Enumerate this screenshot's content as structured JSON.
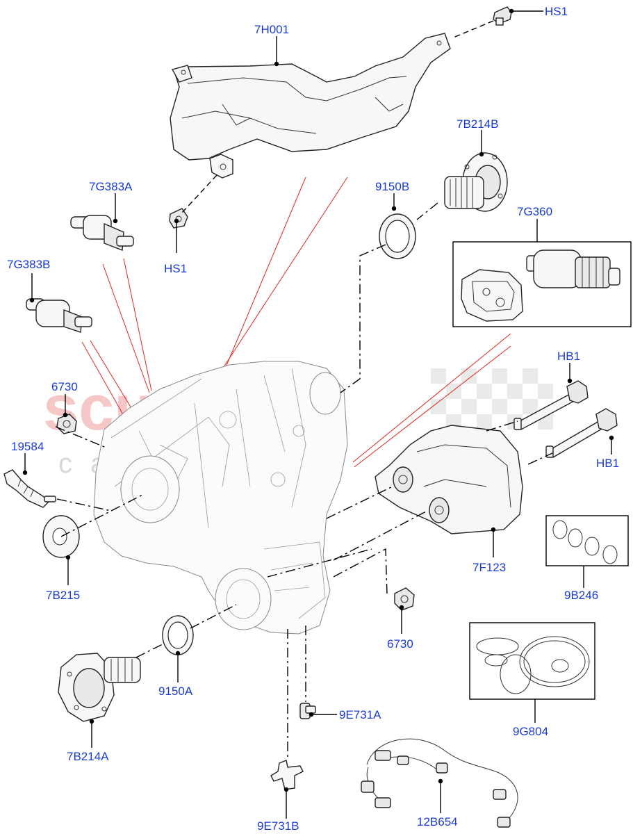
{
  "watermark": {
    "main": "scuderia",
    "sub": "car parts"
  },
  "labels": {
    "hs1_top": "HS1",
    "7h001": "7H001",
    "7b214b": "7B214B",
    "7g383a": "7G383A",
    "9150b": "9150B",
    "hs1_mid": "HS1",
    "7g360": "7G360",
    "7g383b": "7G383B",
    "hb1_top": "HB1",
    "6730_left": "6730",
    "19584": "19584",
    "hb1_right": "HB1",
    "7b215": "7B215",
    "7f123": "7F123",
    "9b246": "9B246",
    "6730_right": "6730",
    "9150a": "9150A",
    "9e731a": "9E731A",
    "9g804": "9G804",
    "7b214a": "7B214A",
    "12b654": "12B654",
    "9e731b": "9E731B"
  },
  "colors": {
    "label": "#1a3bd1",
    "leader": "#000000",
    "callout_line": "#e0261f",
    "watermark": "#f3b5b5"
  }
}
